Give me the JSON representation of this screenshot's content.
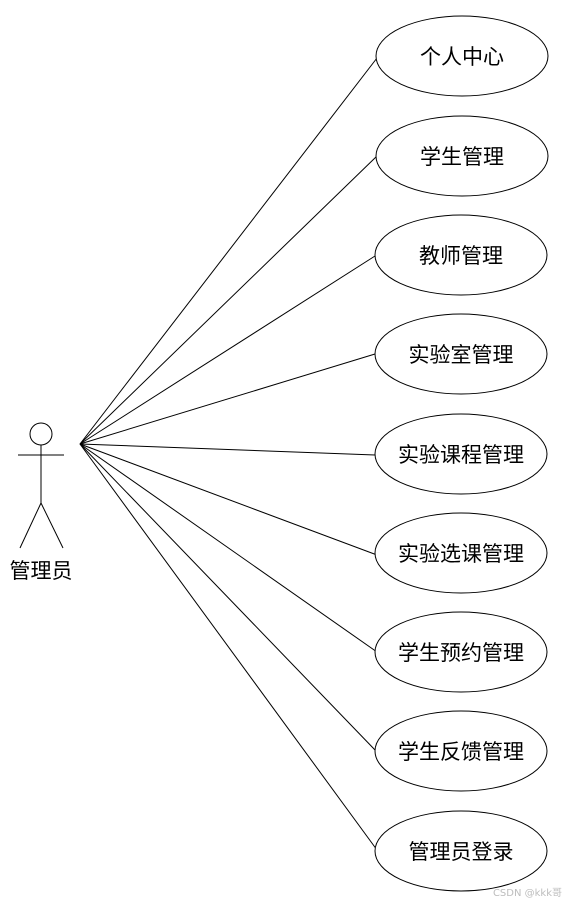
{
  "actor": {
    "label": "管理员"
  },
  "use_cases": [
    {
      "label": "个人中心"
    },
    {
      "label": "学生管理"
    },
    {
      "label": "教师管理"
    },
    {
      "label": "实验室管理"
    },
    {
      "label": "实验课程管理"
    },
    {
      "label": "实验选课管理"
    },
    {
      "label": "学生预约管理"
    },
    {
      "label": "学生反馈管理"
    },
    {
      "label": "管理员登录"
    }
  ],
  "watermark": "CSDN @kkk哥",
  "colors": {
    "stroke": "#000000",
    "background": "#ffffff",
    "watermark": "#bdbdbd"
  }
}
